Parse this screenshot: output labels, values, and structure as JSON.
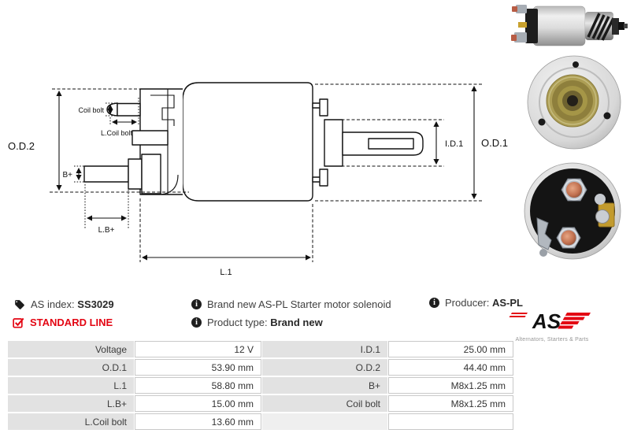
{
  "diagram": {
    "dim_labels": {
      "od2": "O.D.2",
      "od1": "O.D.1",
      "id1": "I.D.1",
      "l1": "L.1",
      "lb_plus": "L.B+",
      "b_plus": "B+",
      "coil_bolt": "Coil bolt",
      "l_coil_bolt": "L.Coil bolt"
    }
  },
  "info": {
    "as_index_label": "AS index:",
    "as_index_value": "SS3029",
    "standard_line": "STANDARD LINE",
    "description": "Brand new AS-PL Starter motor solenoid",
    "product_type_label": "Product type:",
    "product_type_value": "Brand new",
    "producer_label": "Producer:",
    "producer_value": "AS-PL",
    "logo_text": "AS",
    "logo_tagline": "Alternators, Starters & Parts"
  },
  "icons": {
    "info_glyph": "i",
    "tag": "tag-icon",
    "check": "checkbox-checked-icon"
  },
  "colors": {
    "accent_red": "#e30613",
    "table_label_bg": "#e2e2e2",
    "table_border": "#c9c9c9",
    "diagram_line": "#111111"
  },
  "spec_table": {
    "left": [
      {
        "label": "Voltage",
        "value": "12 V"
      },
      {
        "label": "O.D.1",
        "value": "53.90 mm"
      },
      {
        "label": "L.1",
        "value": "58.80 mm"
      },
      {
        "label": "L.B+",
        "value": "15.00 mm"
      },
      {
        "label": "L.Coil bolt",
        "value": "13.60 mm"
      }
    ],
    "right": [
      {
        "label": "I.D.1",
        "value": "25.00 mm"
      },
      {
        "label": "O.D.2",
        "value": "44.40 mm"
      },
      {
        "label": "B+",
        "value": "M8x1.25 mm"
      },
      {
        "label": "Coil bolt",
        "value": "M8x1.25 mm"
      },
      {
        "label": "",
        "value": ""
      }
    ]
  }
}
